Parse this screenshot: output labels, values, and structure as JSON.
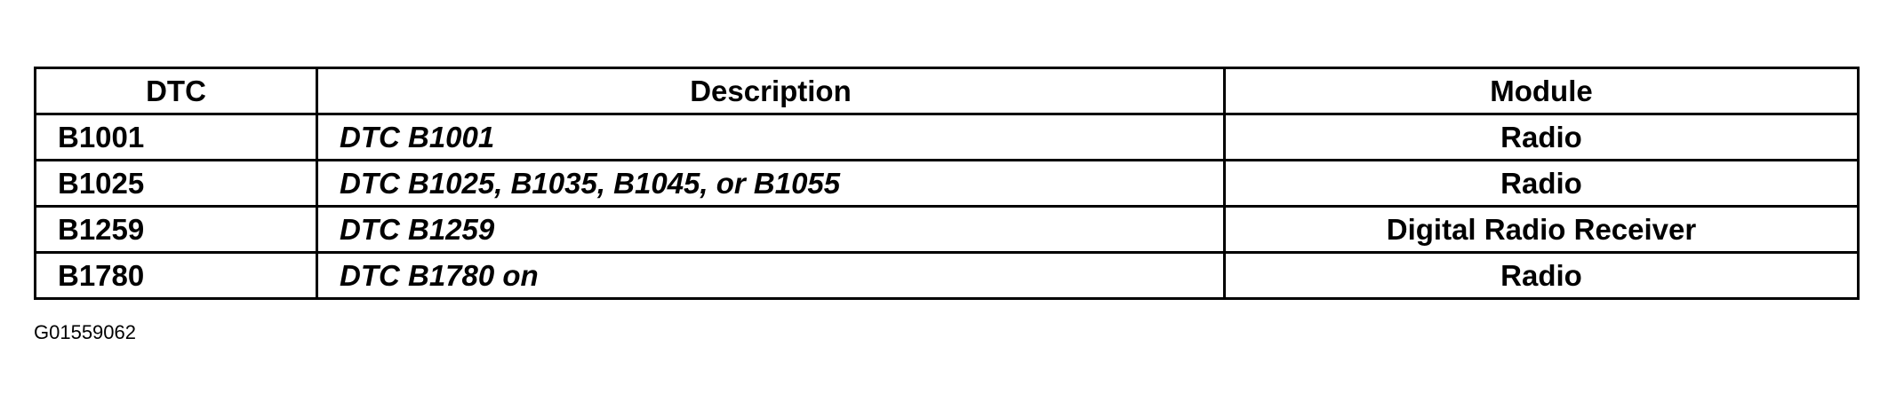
{
  "table": {
    "headers": {
      "dtc": "DTC",
      "description": "Description",
      "module": "Module"
    },
    "rows": [
      {
        "dtc": "B1001",
        "description": "DTC B1001",
        "module": "Radio"
      },
      {
        "dtc": "B1025",
        "description": "DTC B1025, B1035, B1045, or B1055",
        "module": "Radio"
      },
      {
        "dtc": "B1259",
        "description": "DTC B1259",
        "module": "Digital Radio Receiver"
      },
      {
        "dtc": "B1780",
        "description": "DTC B1780 on",
        "module": "Radio"
      }
    ]
  },
  "figure_id": "G01559062"
}
